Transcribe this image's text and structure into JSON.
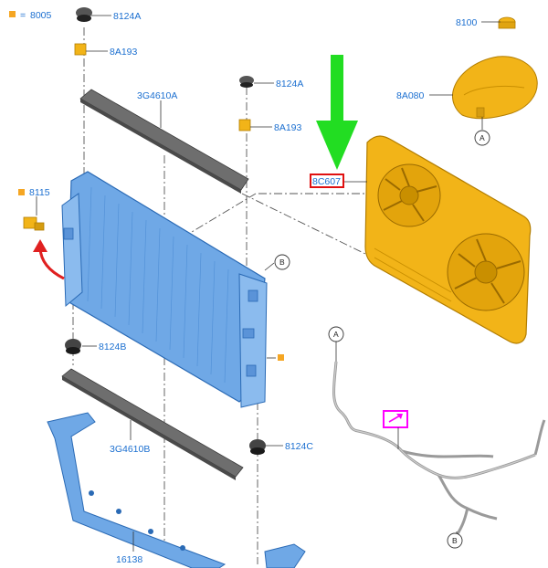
{
  "legend": {
    "symbol_color": "#f5a623",
    "separator": "=",
    "code": "8005"
  },
  "labels": {
    "p8124A_top": "8124A",
    "p8A193_top": "8A193",
    "p3G4610A": "3G4610A",
    "p8124A_mid": "8124A",
    "p8A193_mid": "8A193",
    "p8100": "8100",
    "p8A080": "8A080",
    "p8C607": "8C607",
    "p8115": "8115",
    "p8124B": "8124B",
    "p3G4610B": "3G4610B",
    "p8124C": "8124C",
    "p16138": "16138"
  },
  "callouts": {
    "a_tank": "A",
    "b_radiator": "B",
    "a_hose": "A",
    "b_hose": "B"
  },
  "colors": {
    "label_text": "#1b6fd0",
    "radiator_blue": "#6fa8e6",
    "shroud_yellow": "#f2b418",
    "foam_gray": "#6e6e6e",
    "arrow_green": "#22dd22",
    "arrow_red": "#e02020",
    "highlight_red": "#e01010",
    "link_box_magenta": "#ff00ff"
  },
  "icons": {
    "green_arrow": "down-arrow-icon",
    "red_arrow": "curved-arrow-icon",
    "link_box": "external-link-icon"
  }
}
